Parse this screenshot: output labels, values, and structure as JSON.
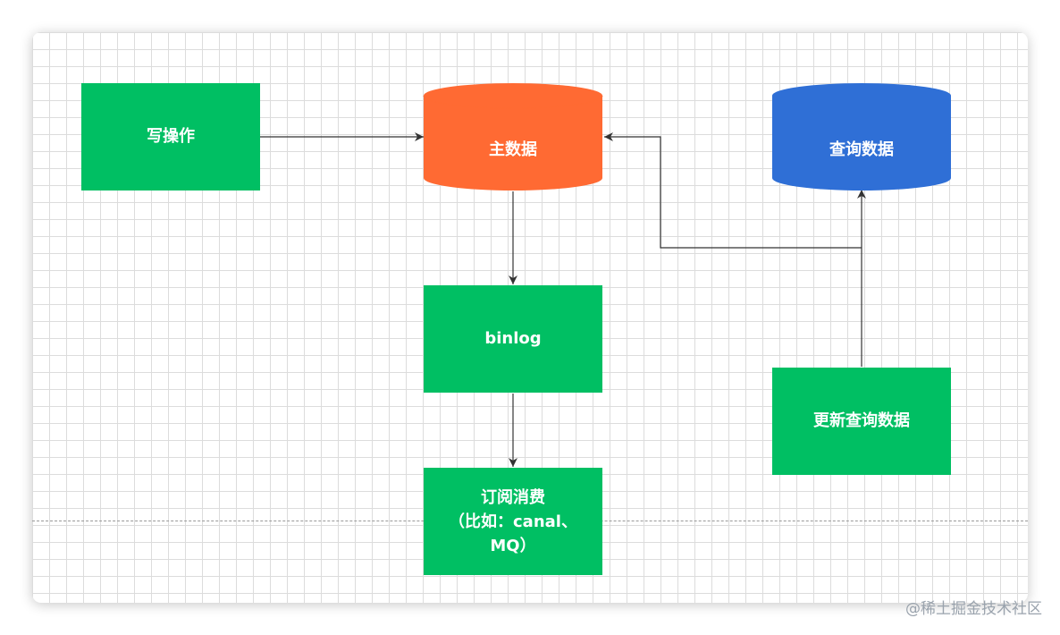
{
  "colors": {
    "green": "#00BF63",
    "orange": "#FF6A33",
    "blue": "#2F6FD6",
    "connector": "#333333"
  },
  "nodes": {
    "write_op": {
      "label": "写操作"
    },
    "main_data": {
      "label": "主数据"
    },
    "query_data": {
      "label": "查询数据"
    },
    "binlog": {
      "label": "binlog"
    },
    "subscribe": {
      "lines": [
        "订阅消费",
        "（比如：canal、",
        "MQ）"
      ]
    },
    "update_query": {
      "label": "更新查询数据"
    }
  },
  "watermark": "@稀土掘金技术社区"
}
